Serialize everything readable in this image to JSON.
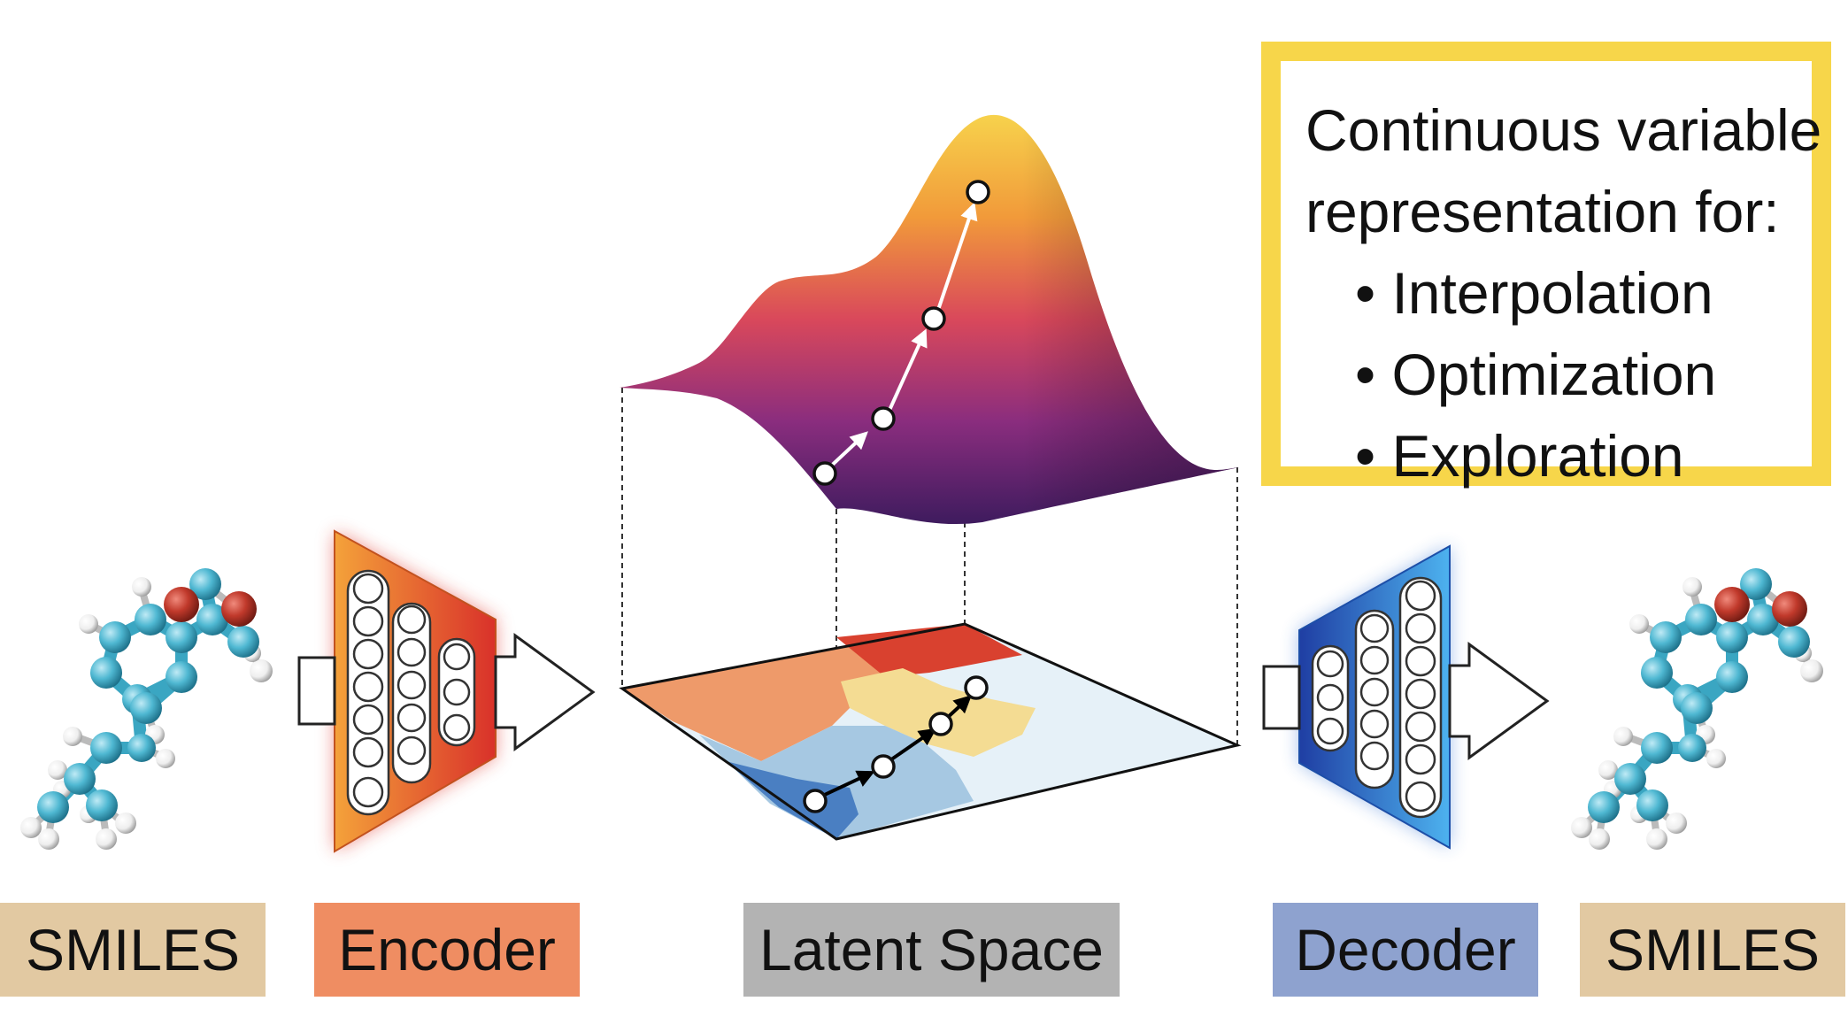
{
  "labels": {
    "smiles_left": "SMILES",
    "encoder": "Encoder",
    "latent_space": "Latent Space",
    "decoder": "Decoder",
    "smiles_right": "SMILES"
  },
  "infobox": {
    "title_line1": "Continuous variable",
    "title_line2": "representation for:",
    "bullets": [
      "• Interpolation",
      "• Optimization",
      "• Exploration"
    ]
  },
  "colors": {
    "smiles_box": "#e2c9a2",
    "encoder_box": "#ef8d62",
    "latent_box": "#b3b3b3",
    "decoder_box": "#8ea2cf",
    "info_border": "#f7d64a",
    "atom_carbon": "#4fb8d2",
    "atom_oxygen": "#c0392b",
    "atom_hydrogen": "#f2f2f2"
  }
}
